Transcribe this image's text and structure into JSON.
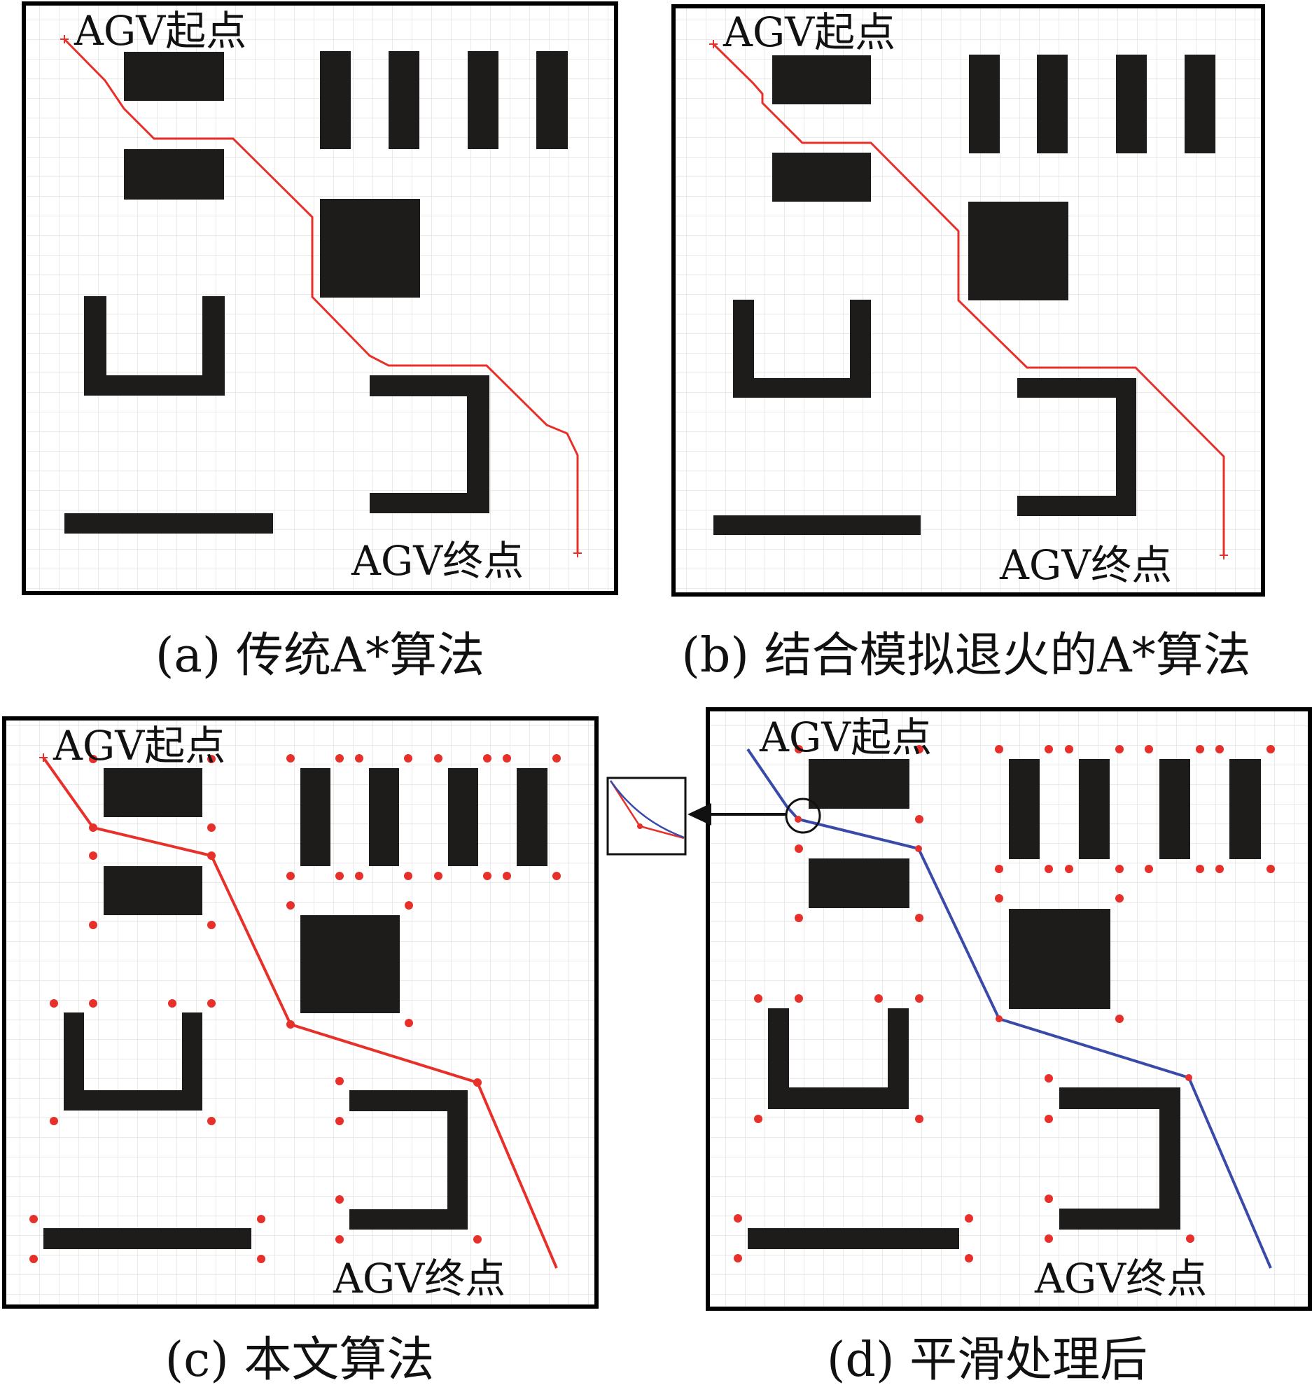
{
  "captions": {
    "a": "(a) 传统A*算法",
    "b": "(b) 结合模拟退火的A*算法",
    "c": "(c) 本文算法",
    "d": "(d) 平滑处理后"
  },
  "labels": {
    "start": "AGV起点",
    "end": "AGV终点"
  },
  "colors": {
    "obstacle": "#1e1c1a",
    "path_red": "#e8302a",
    "path_blue": "#3a4aa8",
    "grid": "#dcdcdc",
    "frame": "#000000"
  },
  "icons": {
    "arrow": "arrow-left-icon",
    "magnifier": "zoom-circle-icon"
  }
}
